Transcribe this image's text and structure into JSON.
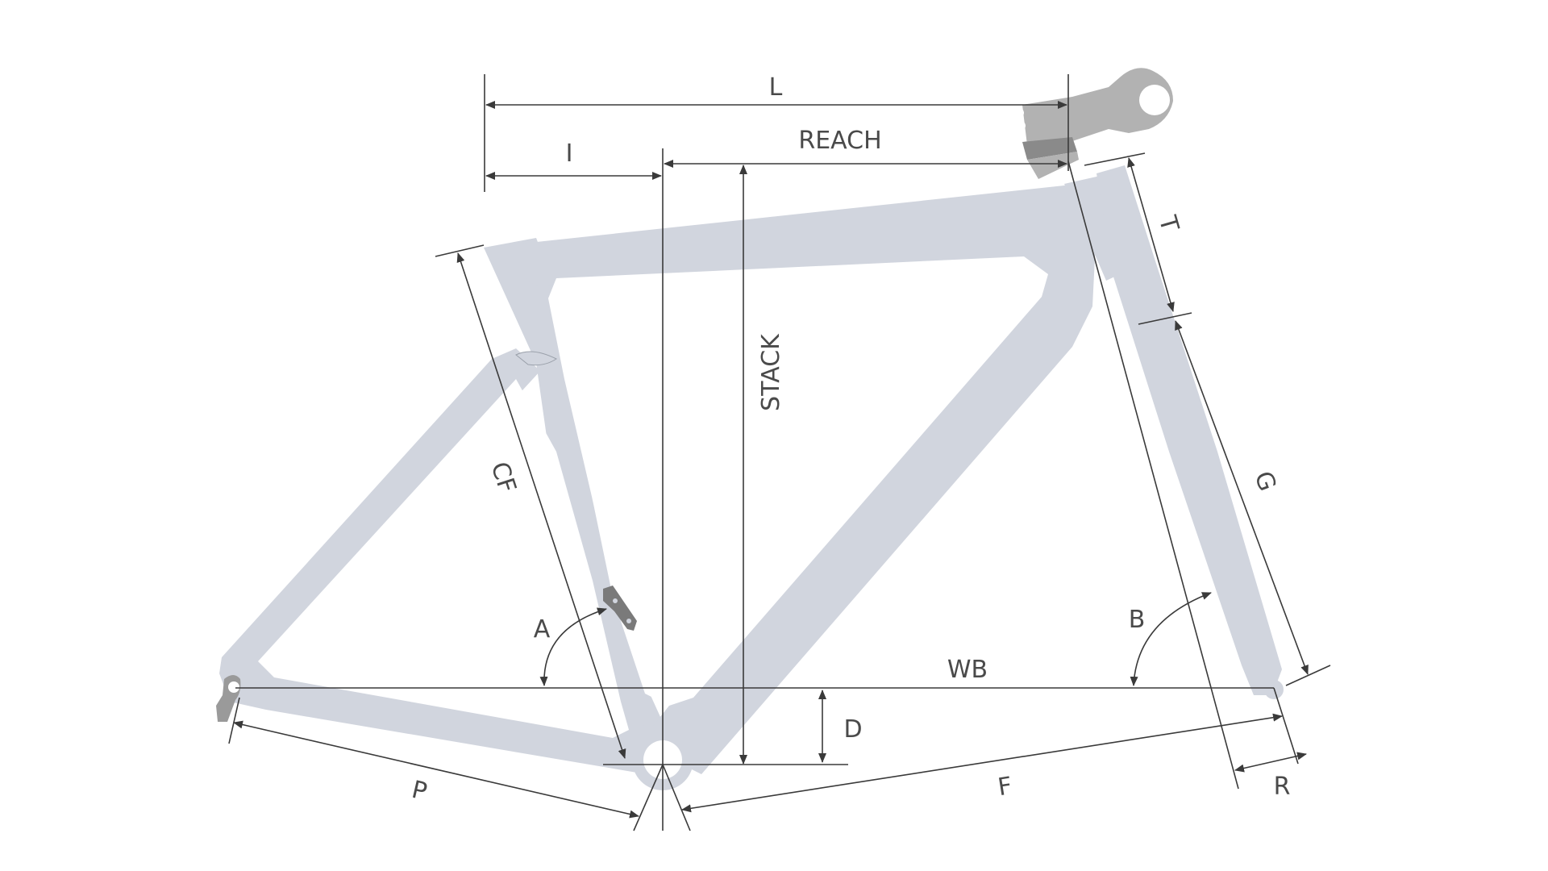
{
  "labels": {
    "L": "L",
    "I": "I",
    "reach": "REACH",
    "stack": "STACK",
    "T": "T",
    "G": "G",
    "CF": "CF",
    "A": "A",
    "B": "B",
    "WB": "WB",
    "D": "D",
    "P": "P",
    "F": "F",
    "R": "R"
  },
  "colors": {
    "frame": "#d1d5de",
    "stem": "#b2b2b2",
    "headset": "#8a8a8a",
    "dimension_lines": "#3a3a3a",
    "text": "#4a4a4a"
  }
}
